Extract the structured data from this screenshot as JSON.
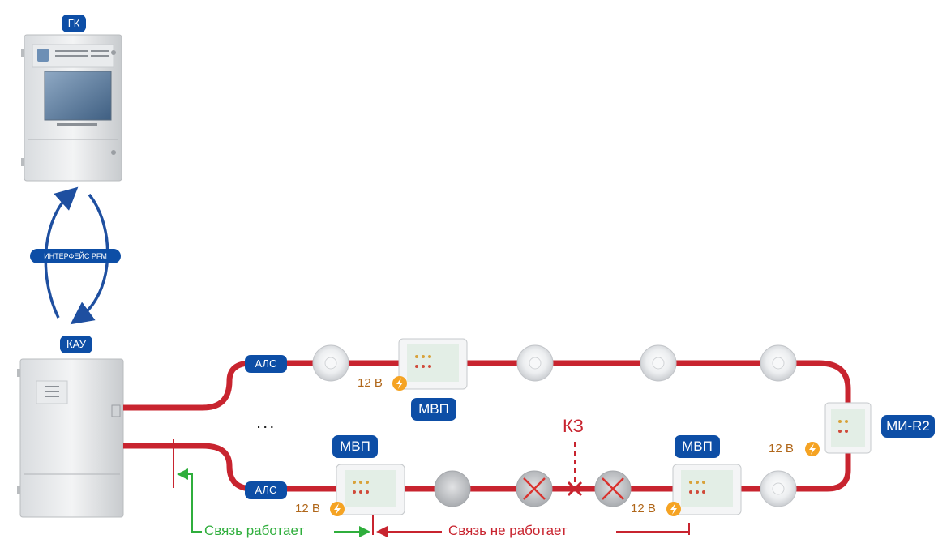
{
  "labels": {
    "gk": "ГК",
    "interface": "ИНТЕРФЕЙС PFM",
    "kau": "КАУ",
    "als_top": "АЛС",
    "als_bottom": "АЛС",
    "mvp_top": "МВП",
    "mvp_bottom_left": "МВП",
    "mvp_bottom_right": "МВП",
    "mi_r2": "МИ-R2",
    "kz": "КЗ",
    "ellipsis": "..."
  },
  "voltage": {
    "mvp_top": "12 В",
    "mvp_bottom_left": "12 В",
    "mvp_bottom_right": "12 В",
    "mi_r2": "12 В"
  },
  "status": {
    "works": "Связь работает",
    "not_works": "Связь не работает"
  },
  "colors": {
    "loop_line": "#c8242f",
    "badge": "#0d4ea6",
    "interface_arrows": "#1e4fa0",
    "status_ok": "#2fae3c",
    "status_bad": "#c8242f",
    "voltage_text": "#b0671a",
    "power_icon": "#f5a323"
  },
  "icons": {
    "power": "lightning-bolt-icon",
    "fault": "cross-x-icon",
    "device_ok": "smoke-detector-icon",
    "device_failed": "failed-detector-icon"
  }
}
